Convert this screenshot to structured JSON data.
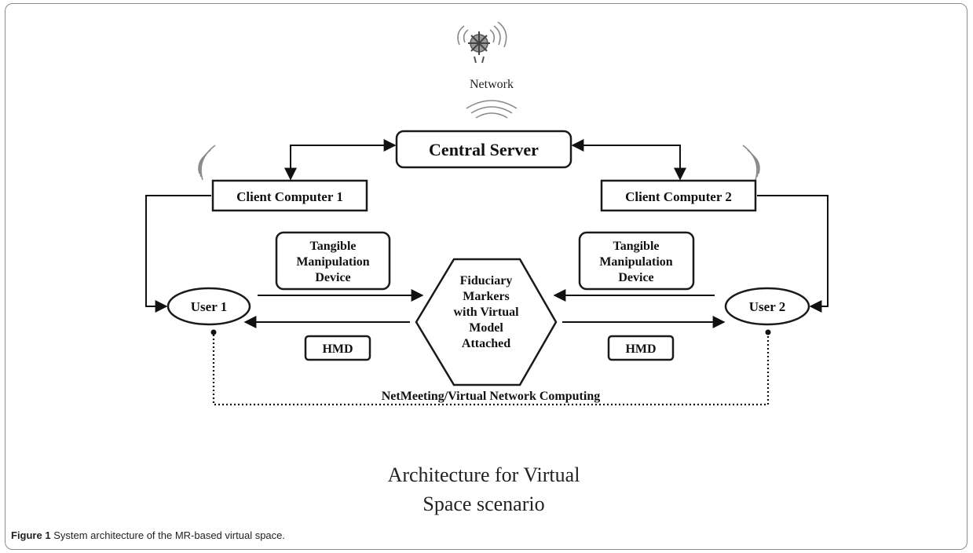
{
  "network": {
    "label": "Network"
  },
  "server": {
    "label": "Central Server"
  },
  "clients": [
    {
      "label": "Client Computer 1"
    },
    {
      "label": "Client Computer 2"
    }
  ],
  "users": [
    {
      "label": "User 1"
    },
    {
      "label": "User 2"
    }
  ],
  "devices": {
    "tangible_left": [
      "Tangible",
      "Manipulation",
      "Device"
    ],
    "tangible_right": [
      "Tangible",
      "Manipulation",
      "Device"
    ],
    "hmd_left": "HMD",
    "hmd_right": "HMD"
  },
  "markers": [
    "Fiduciary",
    "Markers",
    "with Virtual",
    "Model",
    "Attached"
  ],
  "link_label": "NetMeeting/Virtual Network Computing",
  "scenario_title": [
    "Architecture for Virtual",
    "Space scenario"
  ],
  "caption": {
    "prefix": "Figure 1",
    "text": "System architecture of the MR-based virtual space."
  }
}
